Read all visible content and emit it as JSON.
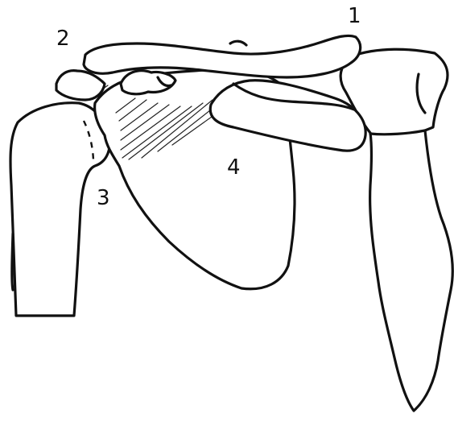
{
  "labels": {
    "sternoclavicular": "1",
    "acromioclavicular": "2",
    "glenohumeral": "3",
    "scapula": "4"
  }
}
